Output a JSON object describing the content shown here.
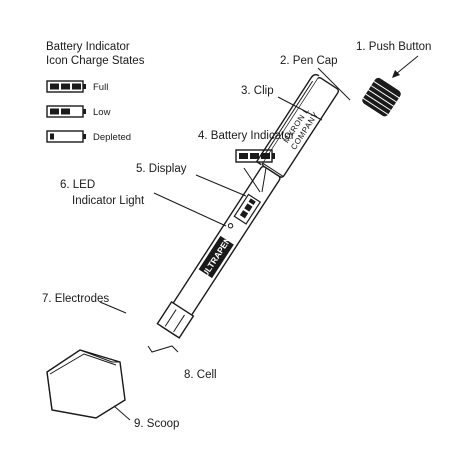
{
  "legend": {
    "title_line1": "Battery Indicator",
    "title_line2": "Icon Charge States",
    "items": [
      {
        "label": "Full"
      },
      {
        "label": "Low"
      },
      {
        "label": "Depleted"
      }
    ]
  },
  "callouts": {
    "push_button": "1. Push Button",
    "pen_cap": "2. Pen Cap",
    "clip": "3. Clip",
    "battery_indicator": "4. Battery Indicator",
    "display": "5. Display",
    "led_line1": "6. LED",
    "led_line2": "Indicator Light",
    "electrodes": "7. Electrodes",
    "cell": "8. Cell",
    "scoop": "9. Scoop"
  },
  "device": {
    "brand": "ULTRAPEN",
    "maker_line1": "MYRON L",
    "maker_line2": "COMPANY"
  }
}
